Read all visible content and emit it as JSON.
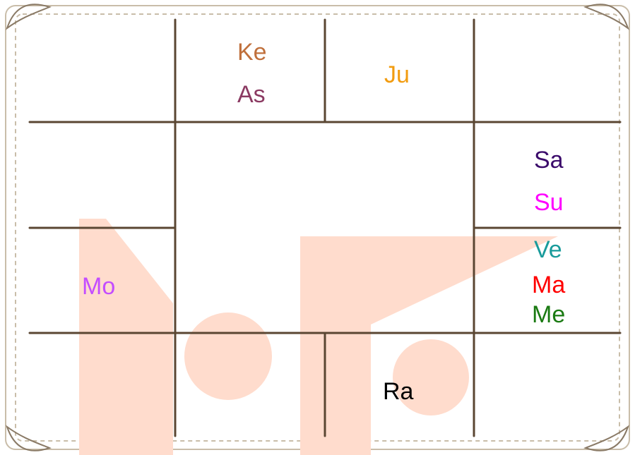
{
  "chart": {
    "style": "south-indian",
    "border_color": "#c9bda9",
    "line_color": "#5a4632",
    "watermark_color": "#ffdccd"
  },
  "planets": {
    "ke": {
      "label": "Ke",
      "color": "#c0703c"
    },
    "as": {
      "label": "As",
      "color": "#8b3a62"
    },
    "ju": {
      "label": "Ju",
      "color": "#f29c10"
    },
    "sa": {
      "label": "Sa",
      "color": "#3b0b6b"
    },
    "su": {
      "label": "Su",
      "color": "#ff00ff"
    },
    "ve": {
      "label": "Ve",
      "color": "#199b9b"
    },
    "ma": {
      "label": "Ma",
      "color": "#ff0000"
    },
    "me": {
      "label": "Me",
      "color": "#1a7a12"
    },
    "mo": {
      "label": "Mo",
      "color": "#c44dff"
    },
    "ra": {
      "label": "Ra",
      "color": "#000000"
    }
  }
}
